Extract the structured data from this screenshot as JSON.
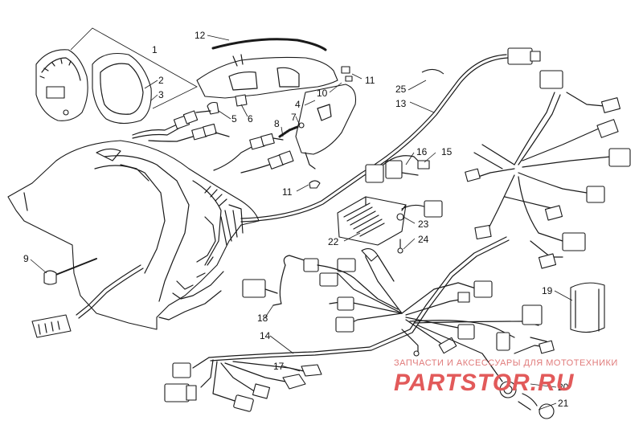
{
  "callouts": [
    {
      "id": "1",
      "text": "1"
    },
    {
      "id": "2",
      "text": "2"
    },
    {
      "id": "3",
      "text": "3"
    },
    {
      "id": "4",
      "text": "4"
    },
    {
      "id": "5",
      "text": "5"
    },
    {
      "id": "6",
      "text": "6"
    },
    {
      "id": "7",
      "text": "7"
    },
    {
      "id": "8",
      "text": "8"
    },
    {
      "id": "9",
      "text": "9"
    },
    {
      "id": "10",
      "text": "10"
    },
    {
      "id": "11a",
      "text": "11"
    },
    {
      "id": "11b",
      "text": "11"
    },
    {
      "id": "12",
      "text": "12"
    },
    {
      "id": "13",
      "text": "13"
    },
    {
      "id": "14",
      "text": "14"
    },
    {
      "id": "15",
      "text": "15"
    },
    {
      "id": "16",
      "text": "16"
    },
    {
      "id": "17",
      "text": "17"
    },
    {
      "id": "18",
      "text": "18"
    },
    {
      "id": "19",
      "text": "19"
    },
    {
      "id": "20",
      "text": "20"
    },
    {
      "id": "21",
      "text": "21"
    },
    {
      "id": "22",
      "text": "22"
    },
    {
      "id": "23",
      "text": "23"
    },
    {
      "id": "24",
      "text": "24"
    },
    {
      "id": "25",
      "text": "25"
    }
  ],
  "watermark": {
    "subtitle": "ЗАПЧАСТИ И АКСЕССУАРЫ ДЛЯ МОТОТЕХНИКИ",
    "brand": "PARTSTOR.RU"
  },
  "colors": {
    "line": "#1a1a1a",
    "background": "#ffffff",
    "watermark": "#e25a5a",
    "watermark_subtitle": "#e07a7a"
  }
}
